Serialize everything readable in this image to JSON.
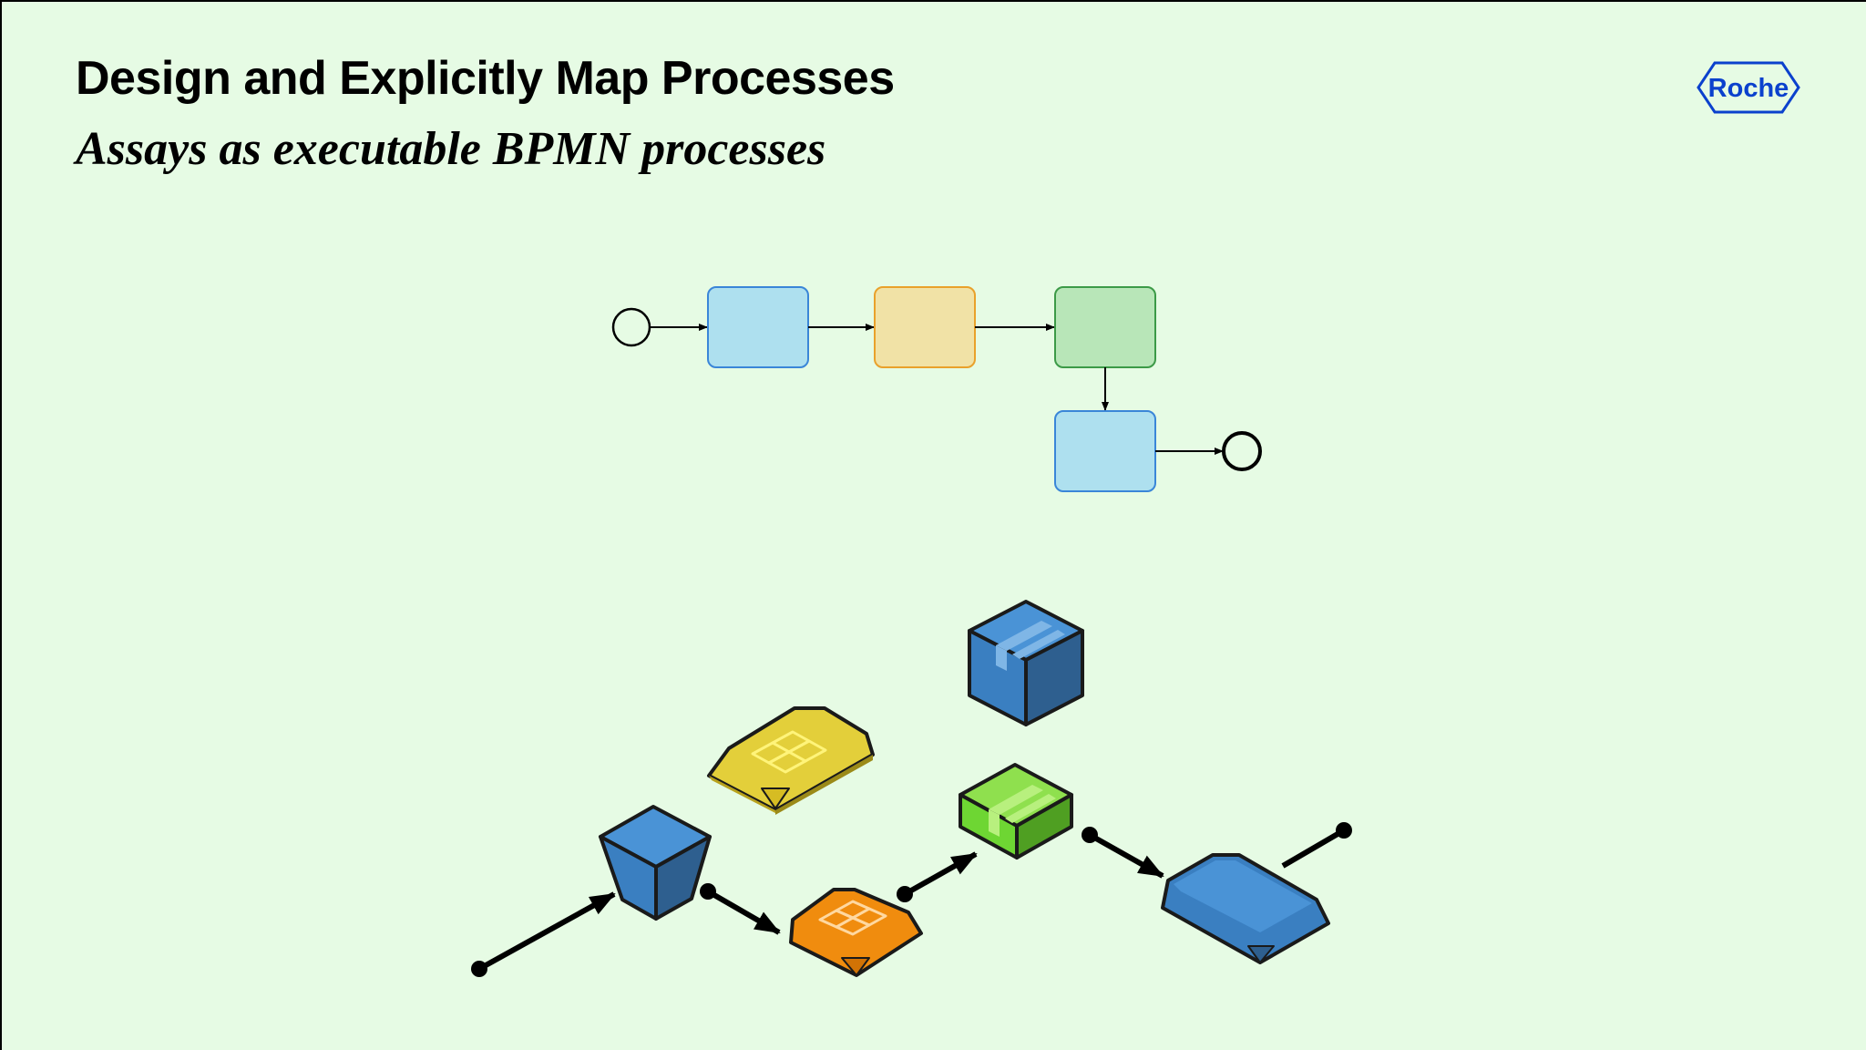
{
  "slide": {
    "title": "Design and Explicitly Map Processes",
    "subtitle": "Assays as executable BPMN processes"
  },
  "logo": {
    "text": "Roche",
    "color": "#0b41cd"
  },
  "bpmn": {
    "task_colors": {
      "task_1": "#aee0ef",
      "task_2": "#f1e2a6",
      "task_3": "#b8e6b8",
      "task_4": "#aee0ef"
    }
  },
  "isometric_objects": [
    {
      "name": "blue-funnel-block",
      "icon": "container-icon",
      "color": "#3a7fc1"
    },
    {
      "name": "yellow-plate",
      "icon": "plate-icon",
      "color": "#e3cf3a"
    },
    {
      "name": "orange-plate",
      "icon": "plate-icon",
      "color": "#f08c0e"
    },
    {
      "name": "green-box",
      "icon": "box-icon",
      "color": "#6ed633"
    },
    {
      "name": "blue-box",
      "icon": "box-icon",
      "color": "#3a7fc1"
    },
    {
      "name": "blue-tray",
      "icon": "tray-icon",
      "color": "#3a7fc1"
    }
  ]
}
